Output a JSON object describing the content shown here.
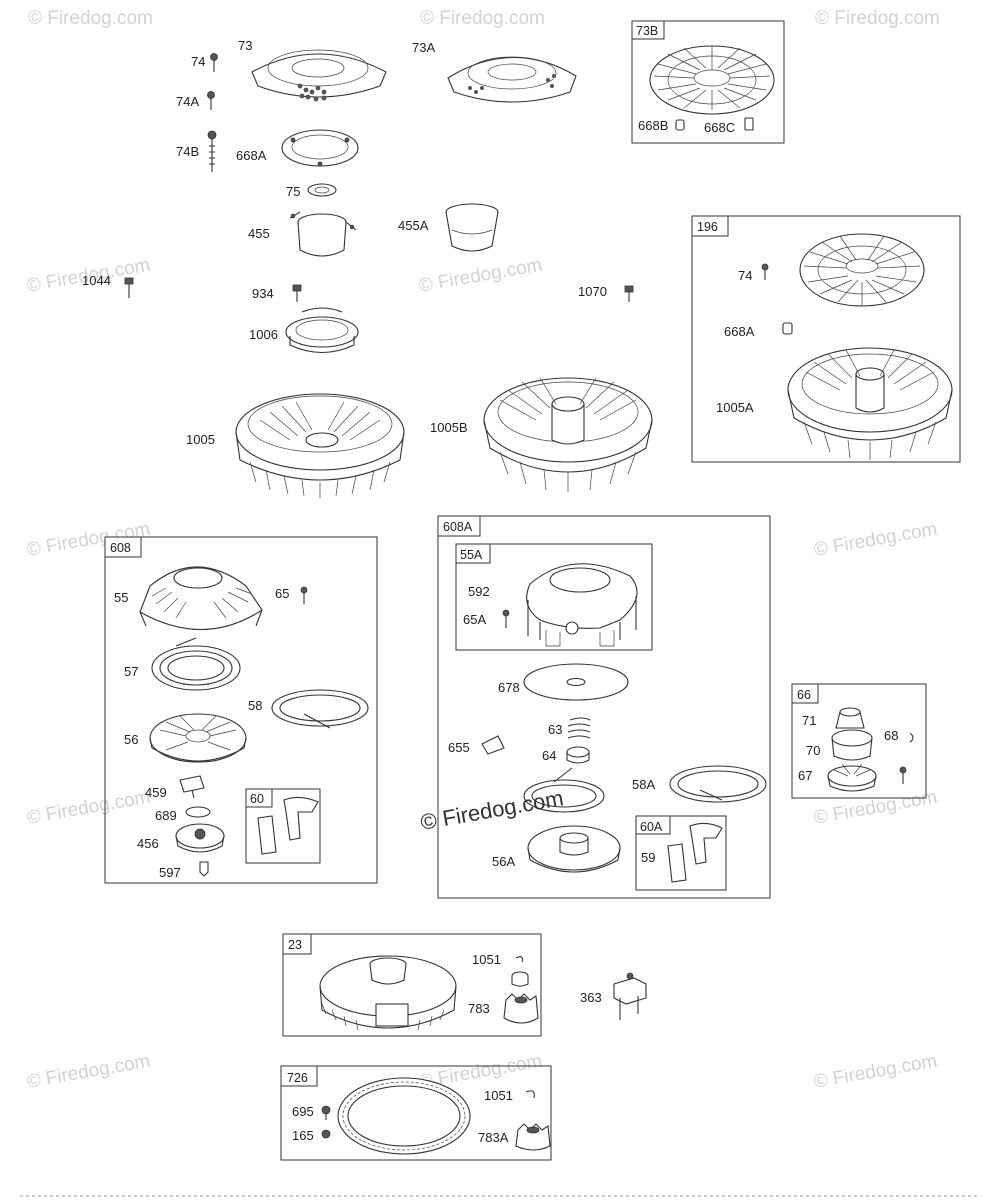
{
  "watermark_text": "© Firedog.com",
  "center_watermark_text": "© Firedog.com",
  "loose_labels": [
    "73",
    "73A",
    "74",
    "74A",
    "74B",
    "668A",
    "75",
    "455",
    "455A",
    "1044",
    "934",
    "1006",
    "1070",
    "1005",
    "1005B"
  ],
  "groups": {
    "73B": {
      "title": "73B",
      "labels": [
        "668B",
        "668C"
      ]
    },
    "196": {
      "title": "196",
      "labels": [
        "74",
        "668A",
        "1005A"
      ]
    },
    "608": {
      "title": "608",
      "labels": [
        "55",
        "65",
        "57",
        "58",
        "56",
        "459",
        "689",
        "456",
        "597"
      ]
    },
    "60": {
      "title": "60"
    },
    "608A": {
      "title": "608A",
      "labels": [
        "678",
        "63",
        "655",
        "64",
        "58A",
        "56A"
      ]
    },
    "55A": {
      "title": "55A",
      "labels": [
        "592",
        "65A"
      ]
    },
    "60A": {
      "title": "60A",
      "labels": [
        "59"
      ]
    },
    "66": {
      "title": "66",
      "labels": [
        "71",
        "70",
        "68",
        "67"
      ]
    },
    "23": {
      "title": "23",
      "labels": [
        "1051",
        "783"
      ]
    },
    "726": {
      "title": "726",
      "labels": [
        "695",
        "165",
        "1051",
        "783A"
      ]
    }
  },
  "extra_labels": {
    "363": "363"
  }
}
